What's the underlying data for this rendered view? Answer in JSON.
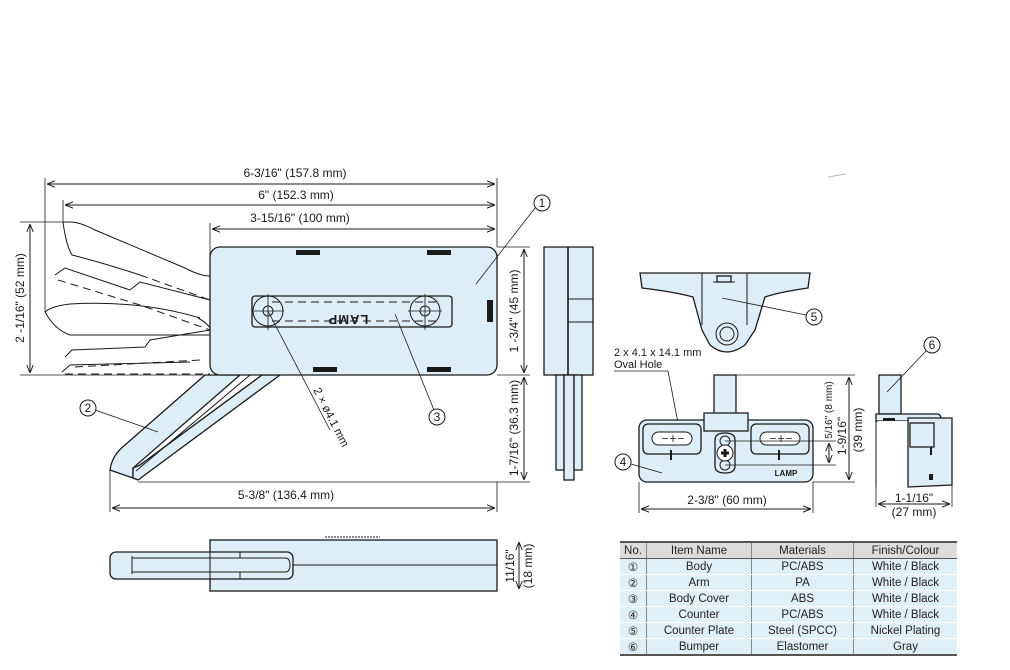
{
  "dimensions": {
    "overall_length": "6-3/16\" (157.8 mm)",
    "arm_length": "6\" (152.3 mm)",
    "body_length": "3-15/16\" (100 mm)",
    "open_height": "2 -1/16\" (52 mm)",
    "body_height": "1 -3/4\" (45 mm)",
    "arm_drop": "1-7/16\" (36.3 mm)",
    "base_length": "5-3/8\" (136.4 mm)",
    "hole_spec": "2 × ø4.1 mm",
    "thickness": "11/16\"",
    "thickness_mm": "(18 mm)",
    "oval_hole_line1": "2 x 4.1 x 14.1 mm",
    "oval_hole_line2": "Oval Hole",
    "counter_adjust": "5/16\" (8 mm)",
    "counter_height_in": "1-9/16\"",
    "counter_height_mm": "(39 mm)",
    "counter_width": "2-3/8\" (60 mm)",
    "bumper_width_in": "1-1/16\"",
    "bumper_width_mm": "(27 mm)"
  },
  "logo_text": "LAMP",
  "callouts": [
    "1",
    "2",
    "3",
    "4",
    "5",
    "6"
  ],
  "colors": {
    "part_fill": "#ddeef8",
    "table_header": "#dcdcdc",
    "table_row": "#dff0f8",
    "ink": "#1a1a1a"
  },
  "table": {
    "headers": [
      "No.",
      "Item Name",
      "Materials",
      "Finish/Colour"
    ],
    "rows": [
      {
        "no": "①",
        "name": "Body",
        "material": "PC/ABS",
        "finish": "White / Black"
      },
      {
        "no": "②",
        "name": "Arm",
        "material": "PA",
        "finish": "White / Black"
      },
      {
        "no": "③",
        "name": "Body Cover",
        "material": "ABS",
        "finish": "White / Black"
      },
      {
        "no": "④",
        "name": "Counter",
        "material": "PC/ABS",
        "finish": "White / Black"
      },
      {
        "no": "⑤",
        "name": "Counter Plate",
        "material": "Steel (SPCC)",
        "finish": "Nickel Plating"
      },
      {
        "no": "⑥",
        "name": "Bumper",
        "material": "Elastomer",
        "finish": "Gray"
      }
    ]
  }
}
